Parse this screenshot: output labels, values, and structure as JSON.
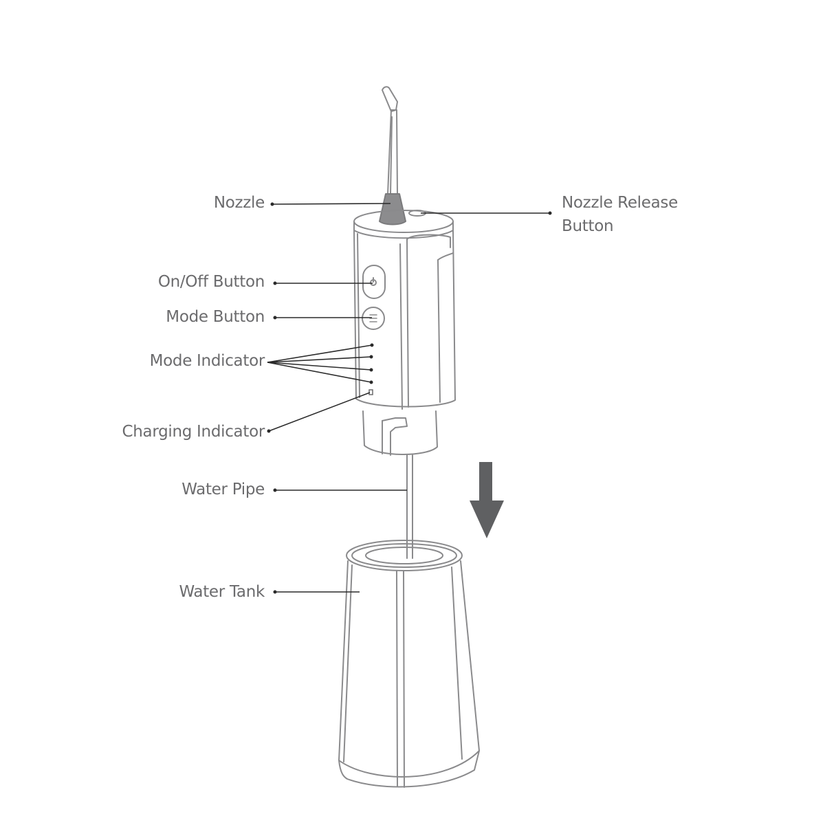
{
  "diagram": {
    "title": "Oral irrigator parts diagram",
    "colors": {
      "line": "#8a8a8c",
      "leader": "#2a2a2a",
      "label_text": "#6b6b6d",
      "arrow": "#5f6062",
      "nozzle_base": "#8c8c8e"
    },
    "labels": {
      "nozzle": "Nozzle",
      "nozzle_release_line1": "Nozzle Release",
      "nozzle_release_line2": "Button",
      "on_off_button": "On/Off Button",
      "mode_button": "Mode Button",
      "mode_indicator": "Mode Indicator",
      "charging_indicator": "Charging Indicator",
      "water_pipe": "Water Pipe",
      "water_tank": "Water Tank"
    },
    "arrow": {
      "direction": "down",
      "meaning": "detach-water-tank"
    },
    "mode_indicator_count": 4
  }
}
